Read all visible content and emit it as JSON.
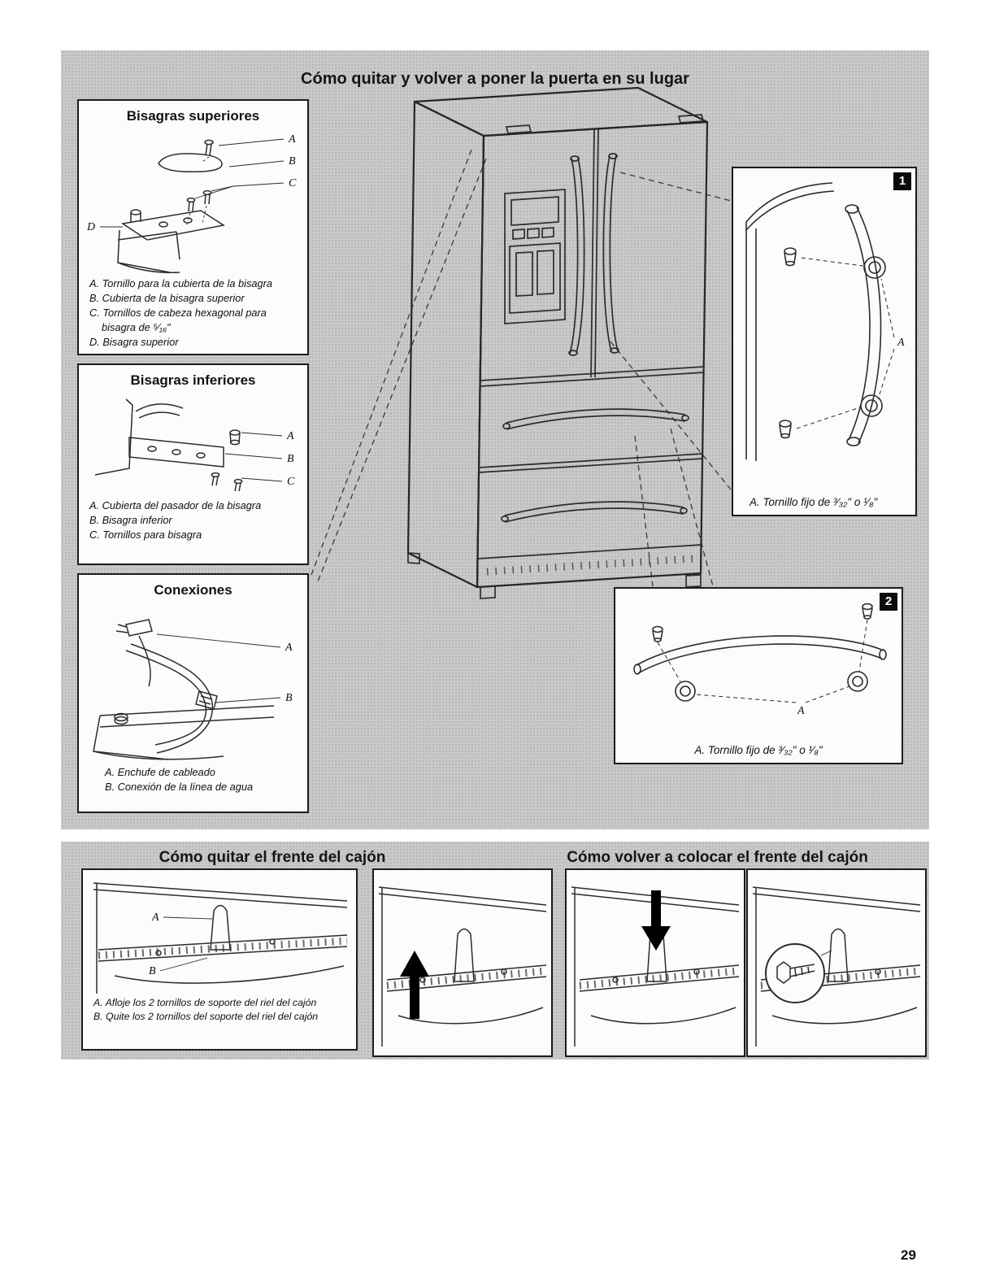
{
  "page": {
    "number": "29"
  },
  "door_section": {
    "title": "Cómo quitar y volver a poner la puerta en su lugar",
    "top_hinges": {
      "title": "Bisagras superiores",
      "labels": {
        "a": "A",
        "b": "B",
        "c": "C",
        "d": "D"
      },
      "captions": [
        "A. Tornillo para la cubierta de la bisagra",
        "B. Cubierta de la bisagra superior",
        "C. Tornillos de cabeza hexagonal para bisagra de ⁵⁄₁₆\"",
        "D. Bisagra superior"
      ]
    },
    "bottom_hinges": {
      "title": "Bisagras inferiores",
      "labels": {
        "a": "A",
        "b": "B",
        "c": "C"
      },
      "captions": [
        "A. Cubierta del pasador de la bisagra",
        "B. Bisagra inferior",
        "C. Tornillos para bisagra"
      ]
    },
    "connections": {
      "title": "Conexiones",
      "labels": {
        "a": "A",
        "b": "B"
      },
      "captions": [
        "A. Enchufe de cableado",
        "B. Conexión de la línea de agua"
      ]
    },
    "handle_detail_top": {
      "badge": "1",
      "label_a": "A",
      "caption": "A. Tornillo fijo de ³⁄₃₂\" o ¹⁄₈\""
    },
    "handle_detail_bottom": {
      "badge": "2",
      "label_a": "A",
      "caption": "A. Tornillo fijo de ³⁄₃₂\" o ¹⁄₈\""
    }
  },
  "drawer_section": {
    "remove_title": "Cómo quitar el frente del cajón",
    "replace_title": "Cómo volver a colocar el frente del cajón",
    "remove_panel": {
      "labels": {
        "a": "A",
        "b": "B"
      },
      "captions": [
        "A. Afloje los 2 tornillos de soporte del riel del cajón",
        "B. Quite los 2 tornillos del soporte del riel del cajón"
      ]
    }
  }
}
